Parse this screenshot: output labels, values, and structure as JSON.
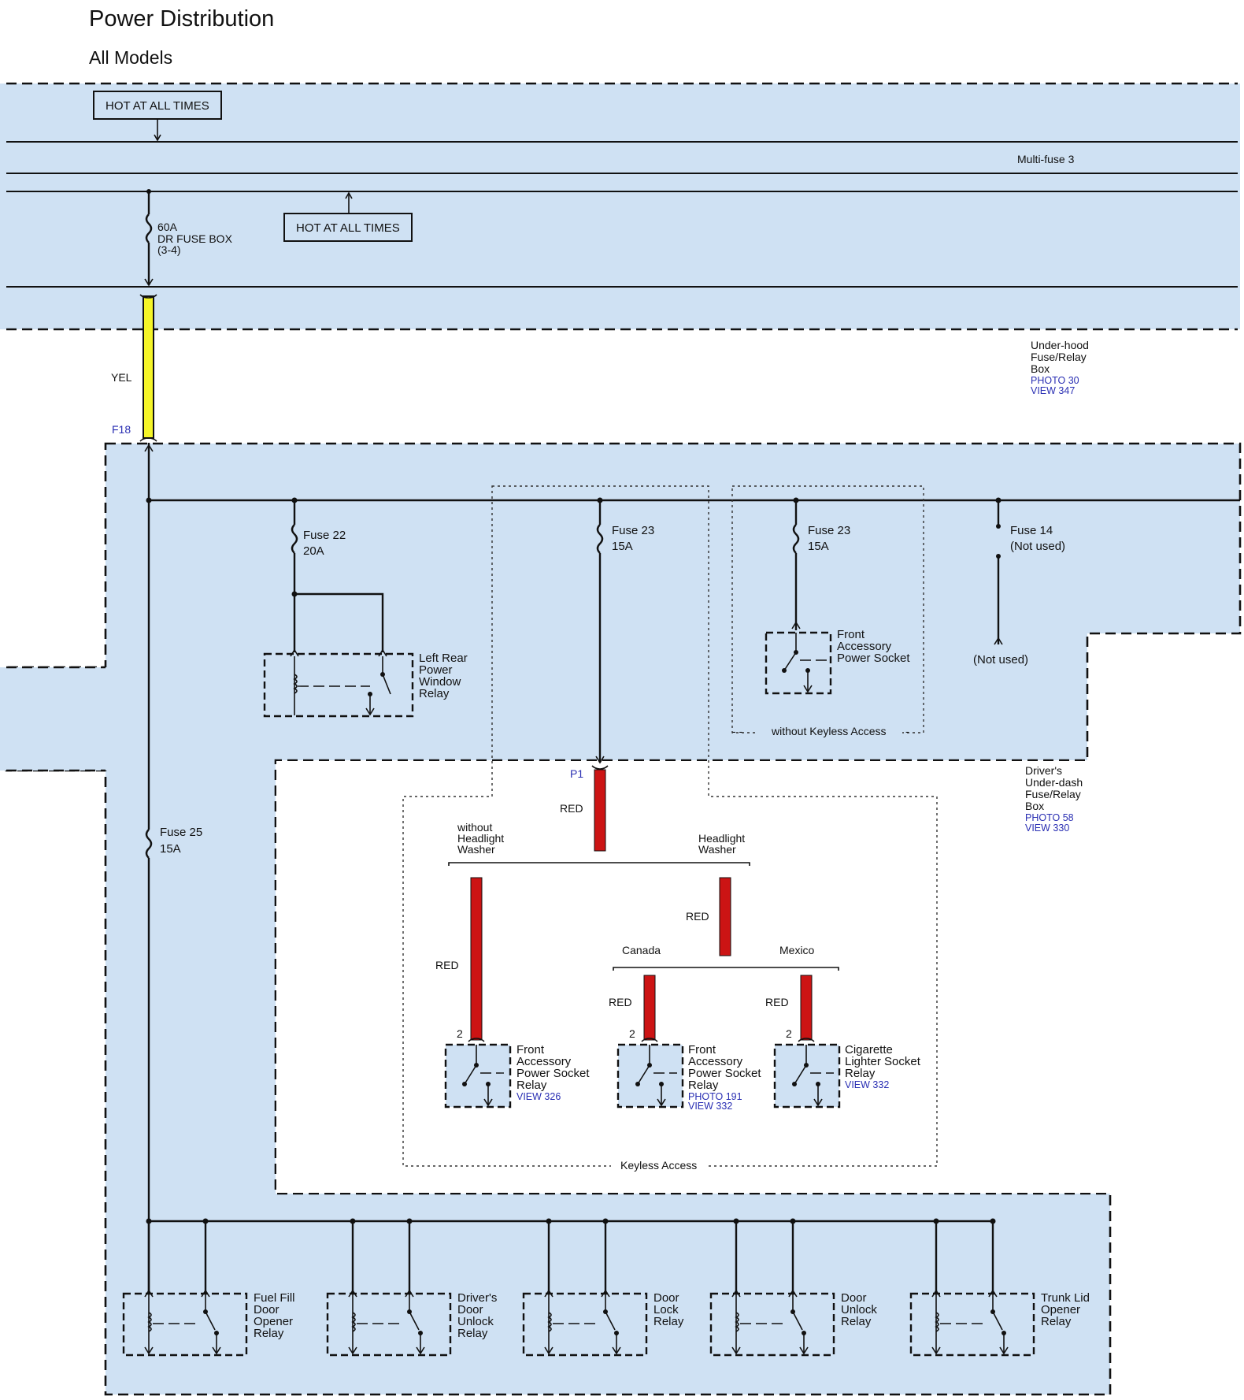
{
  "header": {
    "title": "Power Distribution",
    "subtitle": "All Models"
  },
  "underhood": {
    "hot_label_1": "HOT AT ALL TIMES",
    "hot_label_2": "HOT AT ALL TIMES",
    "multifuse": "Multi-fuse 3",
    "fuse60_line1": "60A",
    "fuse60_line2": "DR FUSE BOX",
    "fuse60_line3": "(3-4)",
    "box_name": [
      "Under-hood",
      "Fuse/Relay",
      "Box"
    ],
    "photo_ref": "PHOTO 30",
    "view_ref": "VIEW 347"
  },
  "wire_yel": {
    "color_label": "YEL",
    "connector": "F18",
    "color": "#f5f528"
  },
  "underdash": {
    "fuse22": {
      "name": "Fuse 22",
      "rating": "20A"
    },
    "fuse23a": {
      "name": "Fuse 23",
      "rating": "15A"
    },
    "fuse23b": {
      "name": "Fuse 23",
      "rating": "15A"
    },
    "fuse14": {
      "name": "Fuse 14",
      "rating": "(Not used)"
    },
    "fuse25": {
      "name": "Fuse 25",
      "rating": "15A"
    },
    "not_used": "(Not used)",
    "lr_relay": [
      "Left Rear",
      "Power",
      "Window",
      "Relay"
    ],
    "fap_socket": [
      "Front",
      "Accessory",
      "Power Socket"
    ],
    "without_keyless": "without Keyless Access",
    "box_name": [
      "Driver's",
      "Under-dash",
      "Fuse/Relay",
      "Box"
    ],
    "photo_ref": "PHOTO 58",
    "view_ref": "VIEW 330"
  },
  "keyless": {
    "connector": "P1",
    "wire_color": "#cc1414",
    "red": "RED",
    "without_hw": [
      "without",
      "Headlight",
      "Washer"
    ],
    "with_hw": [
      "Headlight",
      "Washer"
    ],
    "canada": "Canada",
    "mexico": "Mexico",
    "pin": "2",
    "relay1": {
      "lines": [
        "Front",
        "Accessory",
        "Power Socket",
        "Relay"
      ],
      "view": "VIEW 326"
    },
    "relay2": {
      "lines": [
        "Front",
        "Accessory",
        "Power Socket",
        "Relay"
      ],
      "photo": "PHOTO 191",
      "view": "VIEW 332"
    },
    "relay3": {
      "lines": [
        "Cigarette",
        "Lighter Socket",
        "Relay"
      ],
      "view": "VIEW 332"
    },
    "keyless_label": "Keyless Access"
  },
  "bottom_relays": [
    {
      "lines": [
        "Fuel Fill",
        "Door",
        "Opener",
        "Relay"
      ]
    },
    {
      "lines": [
        "Driver's",
        "Door",
        "Unlock",
        "Relay"
      ]
    },
    {
      "lines": [
        "Door",
        "Lock",
        "Relay"
      ]
    },
    {
      "lines": [
        "Door",
        "Unlock",
        "Relay"
      ]
    },
    {
      "lines": [
        "Trunk Lid",
        "Opener",
        "Relay"
      ]
    }
  ]
}
